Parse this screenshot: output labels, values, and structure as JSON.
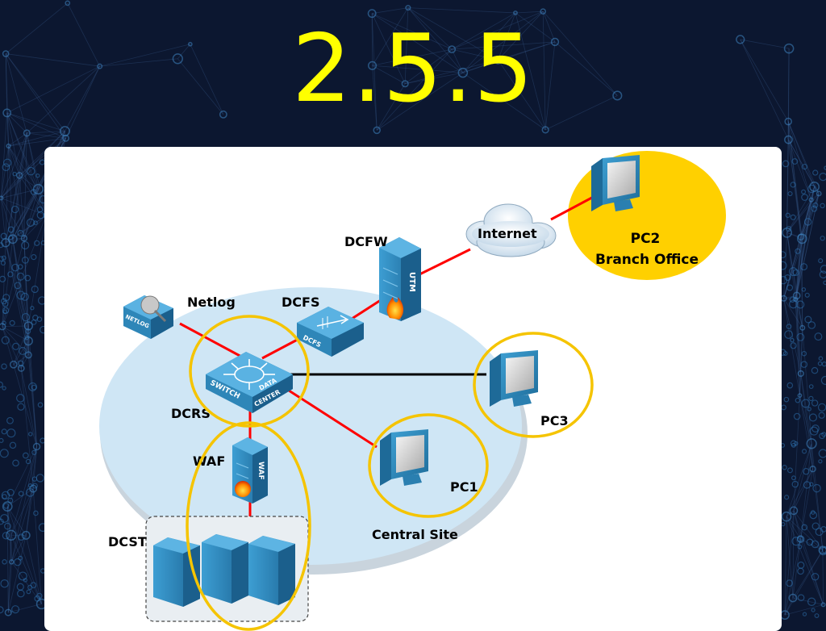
{
  "slide": {
    "title": "2.5.5"
  },
  "diagram": {
    "labels": {
      "internet": "Internet",
      "dcfw": "DCFW",
      "pc2": "PC2",
      "branch_office": "Branch Office",
      "netlog": "Netlog",
      "dcfs": "DCFS",
      "dcrs": "DCRS",
      "waf": "WAF",
      "pc3": "PC3",
      "pc1": "PC1",
      "central_site": "Central Site",
      "dcst": "DCST"
    },
    "device_text": {
      "netlog_plate": "NETLOG",
      "dcfs_plate": "DCFS",
      "utm_plate": "UTM",
      "waf_plate": "WAF",
      "switch_word": "SWITCH",
      "datacenter_word_1": "DATA",
      "datacenter_word_2": "CENTER"
    },
    "colors": {
      "background": "#0c1730",
      "title": "#ffff00",
      "central_site_fill": "#cfe6f5",
      "branch_office_fill": "#ffd000",
      "highlight_ring": "#f5c400",
      "wan_link": "#ff0000",
      "trunk_link": "#000000",
      "device_blue": "#2e86b8"
    }
  }
}
